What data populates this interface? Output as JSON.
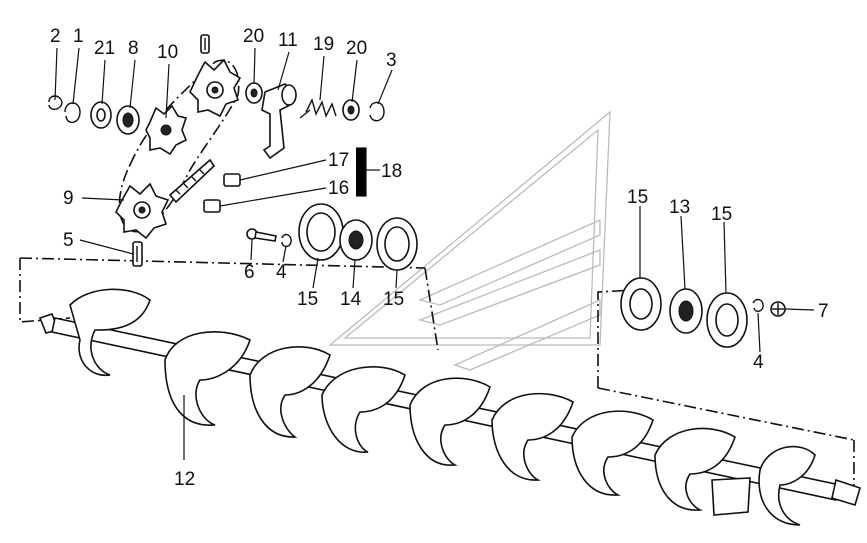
{
  "callouts": [
    {
      "id": "c2",
      "text": "2"
    },
    {
      "id": "c1",
      "text": "1"
    },
    {
      "id": "c21",
      "text": "21"
    },
    {
      "id": "c8",
      "text": "8"
    },
    {
      "id": "c10",
      "text": "10"
    },
    {
      "id": "c20a",
      "text": "20"
    },
    {
      "id": "c11",
      "text": "11"
    },
    {
      "id": "c19",
      "text": "19"
    },
    {
      "id": "c20b",
      "text": "20"
    },
    {
      "id": "c3",
      "text": "3"
    },
    {
      "id": "c17",
      "text": "17"
    },
    {
      "id": "c18",
      "text": "18"
    },
    {
      "id": "c16",
      "text": "16"
    },
    {
      "id": "c9",
      "text": "9"
    },
    {
      "id": "c5",
      "text": "5"
    },
    {
      "id": "c6",
      "text": "6"
    },
    {
      "id": "c4a",
      "text": "4"
    },
    {
      "id": "c15a",
      "text": "15"
    },
    {
      "id": "c14",
      "text": "14"
    },
    {
      "id": "c15b",
      "text": "15"
    },
    {
      "id": "c15c",
      "text": "15"
    },
    {
      "id": "c13",
      "text": "13"
    },
    {
      "id": "c15d",
      "text": "15"
    },
    {
      "id": "c7",
      "text": "7"
    },
    {
      "id": "c4b",
      "text": "4"
    },
    {
      "id": "c12",
      "text": "12"
    }
  ]
}
